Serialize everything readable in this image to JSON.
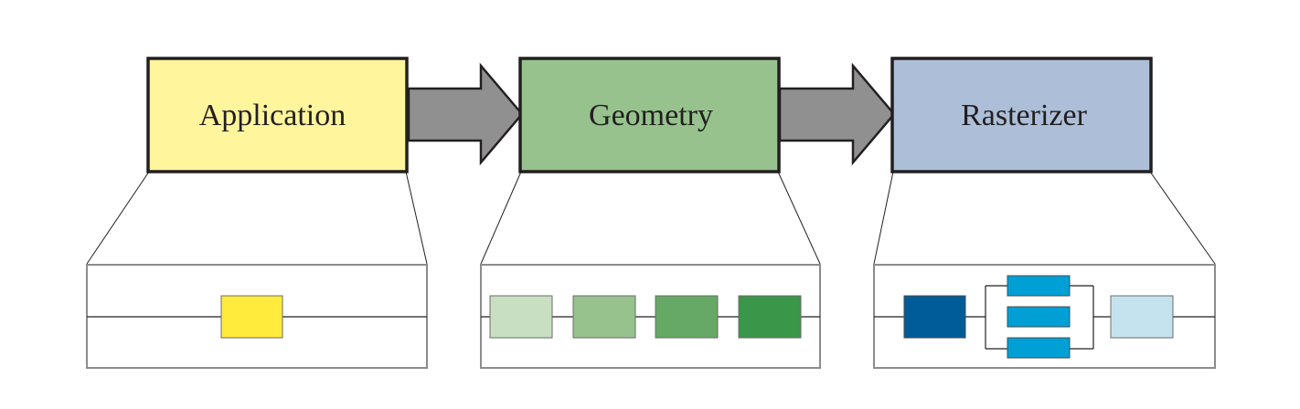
{
  "stages": [
    {
      "id": "application",
      "label": "Application",
      "fill": "#fff59d"
    },
    {
      "id": "geometry",
      "label": "Geometry",
      "fill": "#97c28e"
    },
    {
      "id": "rasterizer",
      "label": "Rasterizer",
      "fill": "#adbfd8"
    }
  ],
  "arrow_color": "#909090",
  "outline_color": "#231f20",
  "detail_border_color": "#8c8c8c",
  "details": {
    "application": {
      "blocks": [
        "#ffeb3b"
      ]
    },
    "geometry": {
      "blocks": [
        "#c8dfc2",
        "#97c28e",
        "#66a866",
        "#3a9648"
      ]
    },
    "rasterizer": {
      "first_block": "#005c99",
      "parallel_blocks": [
        "#00a0d6",
        "#00a0d6",
        "#00a0d6"
      ],
      "last_block": "#c5e3ee"
    }
  }
}
